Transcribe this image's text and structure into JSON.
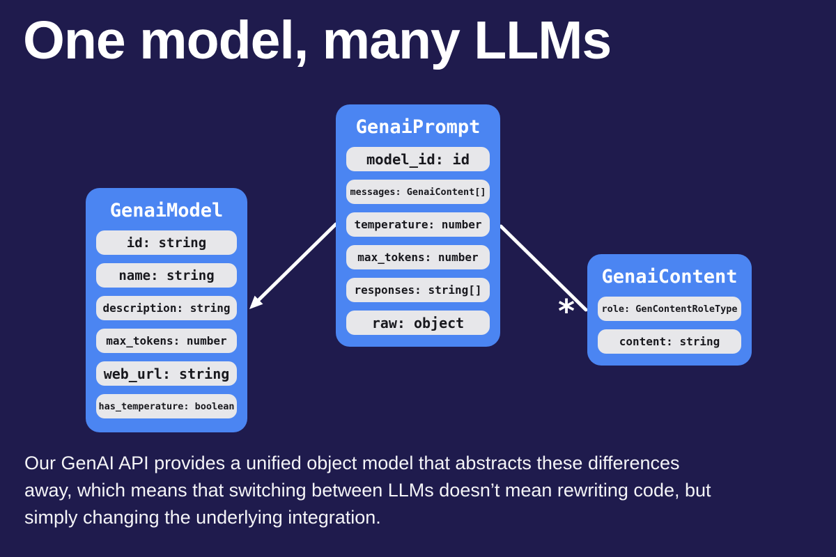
{
  "page": {
    "title": "One model, many LLMs",
    "description_lines": [
      "Our GenAI API provides a unified object model that abstracts these differences",
      "away, which means that switching between LLMs doesn’t mean rewriting code, but",
      "simply changing the underlying integration."
    ]
  },
  "colors": {
    "background": "#1f1b4d",
    "entity_box": "#4b85f2",
    "field_pill": "#e7e7ea",
    "pill_text": "#18181d",
    "heading_text": "#ffffff",
    "arrow": "#ffffff"
  },
  "entities": [
    {
      "title": "GenaiModel",
      "fields": [
        {
          "label": "id: string",
          "size": 19
        },
        {
          "label": "name: string",
          "size": 19
        },
        {
          "label": "description: string",
          "size": 16
        },
        {
          "label": "max_tokens: number",
          "size": 16
        },
        {
          "label": "web_url: string",
          "size": 20
        },
        {
          "label": "has_temperature: boolean",
          "size": 13.5
        }
      ]
    },
    {
      "title": "GenaiPrompt",
      "fields": [
        {
          "label": "model_id: id",
          "size": 20.5
        },
        {
          "label": "messages: GenaiContent[]",
          "size": 13.5
        },
        {
          "label": "temperature: number",
          "size": 16
        },
        {
          "label": "max_tokens: number",
          "size": 16
        },
        {
          "label": "responses: string[]",
          "size": 16
        },
        {
          "label": "raw: object",
          "size": 20
        }
      ]
    },
    {
      "title": "GenaiContent",
      "fields": [
        {
          "label": "role: GenContentRoleType",
          "size": 13.5
        },
        {
          "label": "content: string",
          "size": 16
        }
      ]
    }
  ],
  "relations": {
    "multiplicity_label": "*"
  }
}
